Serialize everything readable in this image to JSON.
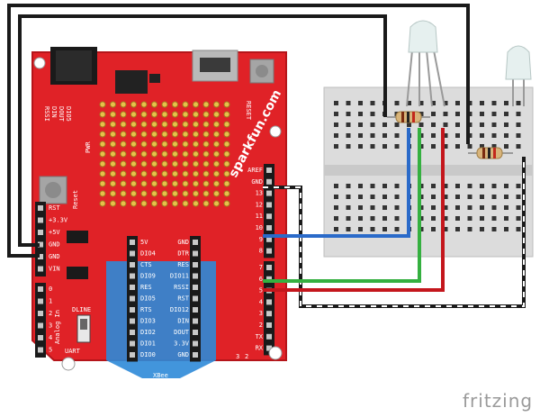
{
  "board": {
    "brand": "sparkfun.com",
    "reset_small": "Reset",
    "reset_button_label": "RESET",
    "pwr": "PWR",
    "uart": "UART",
    "dline": "DLINE",
    "analog_in": "Analog In",
    "xbee": "XBee",
    "status_leds": [
      "RSSI",
      "DIN",
      "DOUT",
      "DIO5"
    ],
    "power_pins": [
      "RST",
      "+3.3V",
      "+5V",
      "GND",
      "GND",
      "VIN"
    ],
    "analog_pins": [
      "0",
      "1",
      "2",
      "3",
      "4",
      "5"
    ],
    "digital_pins_top": [
      "AREF",
      "GND",
      "13",
      "12",
      "11",
      "10",
      "9",
      "8"
    ],
    "digital_pins_bottom": [
      "7",
      "6",
      "5",
      "4",
      "3",
      "2",
      "TX",
      "RX"
    ],
    "xbee_left": [
      "5V",
      "DIO4",
      "CTS",
      "DIO9",
      "RES",
      "DIO5",
      "RTS",
      "DIO3",
      "DIO2",
      "DIO1",
      "DIO0"
    ],
    "xbee_right": [
      "GND",
      "DTR",
      "RES",
      "DIO11",
      "RSSI",
      "RST",
      "DIO12",
      "DIN",
      "DOUT",
      "3.3V",
      "GND"
    ],
    "bottom_digits": [
      "3",
      "2"
    ]
  },
  "colors": {
    "board_red": "#e02227",
    "wire_black": "#1a1a1a",
    "wire_blue": "#2a6ac9",
    "wire_green": "#35b040",
    "wire_red": "#c4161c",
    "breadboard": "#d8d8d8",
    "xbee_blue": "#2e8ad8"
  },
  "watermark": "fritzing"
}
